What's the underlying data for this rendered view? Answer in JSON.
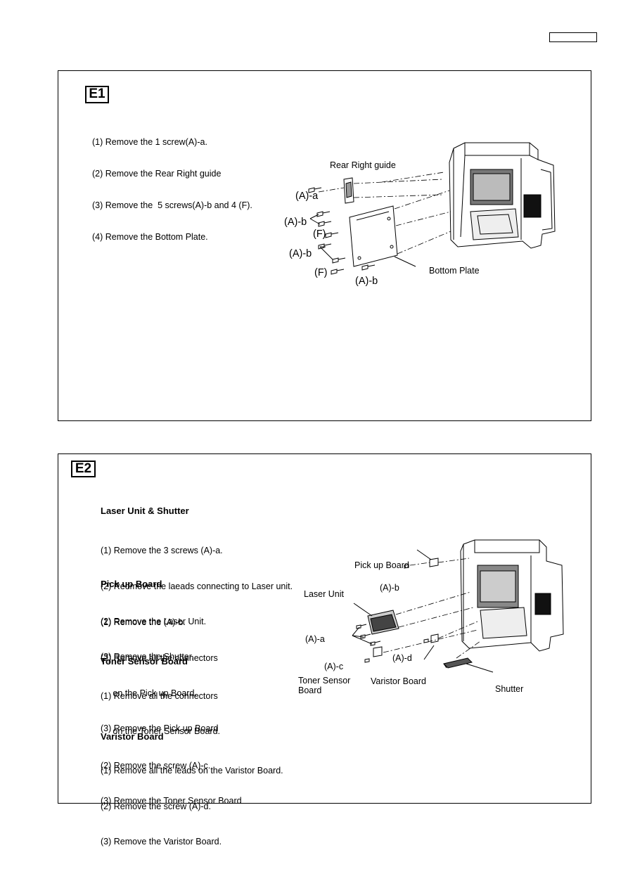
{
  "e1": {
    "label": "E1",
    "steps": [
      "(1) Remove the 1 screw(A)-a.",
      "(2) Remove the Rear Right guide",
      "(3) Remove the  5 screws(A)-b and 4 (F).",
      "(4) Remove the Bottom Plate."
    ],
    "callouts": {
      "rear_right_guide": "Rear Right guide",
      "a_a": "(A)-a",
      "a_b_1": "(A)-b",
      "f_1": "(F)",
      "a_b_2": "(A)-b",
      "f_2": "(F)",
      "a_b_3": "(A)-b",
      "bottom_plate": "Bottom Plate"
    }
  },
  "e2": {
    "label": "E2",
    "sections": [
      {
        "heading": "Laser Unit & Shutter",
        "steps": [
          "(1) Remove the 3 screws (A)-a.",
          "(2) Reomove the laeads connecting to Laser unit.",
          "(2) Remove the Laser Unit.",
          "(3) Remove the Shutter."
        ]
      },
      {
        "heading": "Pick up Board",
        "steps": [
          "(1) Remove the (A)-b.",
          "(2) Remove all the connectors",
          "     on the Pick up Board.",
          "(3) Remove the Pick up Board"
        ]
      },
      {
        "heading": "Toner Sensor Board",
        "steps": [
          "(1) Remove all the connectors",
          "     on the Toner Sensor Board.",
          "(2) Remove the screw (A)-c.",
          "(3) Remove the Toner Sensor Board"
        ]
      },
      {
        "heading": "Varistor Board",
        "steps": [
          "(1) Remove all the leads on the Varistor Board.",
          "(2) Remove the screw (A)-d.",
          "(3) Remove the Varistor Board."
        ]
      }
    ],
    "callouts": {
      "pick_up_board": "Pick up Board",
      "a_b": "(A)-b",
      "laser_unit": "Laser Unit",
      "a_a": "(A)-a",
      "a_d": "(A)-d",
      "a_c": "(A)-c",
      "toner_sensor_board": "Toner Sensor\nBoard",
      "varistor_board": "Varistor Board",
      "shutter": "Shutter"
    }
  }
}
